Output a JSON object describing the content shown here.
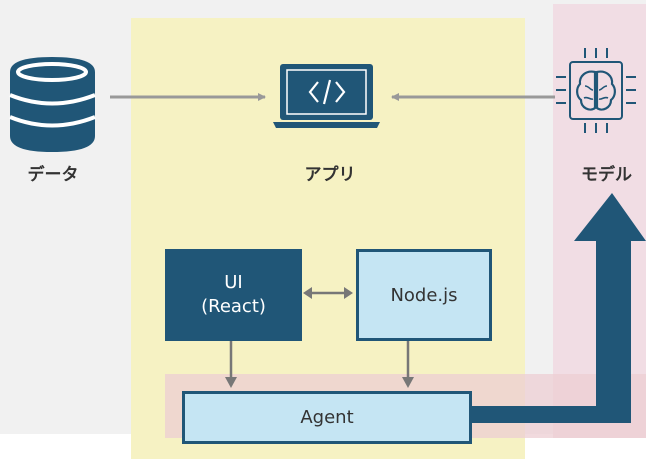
{
  "labels": {
    "data": "データ",
    "app": "アプリ",
    "model": "モデル"
  },
  "boxes": {
    "ui_line1": "UI",
    "ui_line2": "(React)",
    "node": "Node.js",
    "agent": "Agent"
  },
  "icons": {
    "data": "database-icon",
    "app": "laptop-code-icon",
    "model": "ai-brain-chip-icon"
  },
  "colors": {
    "navy": "#205677",
    "light_blue": "#c5e5f3",
    "arrow_gray": "#999999",
    "app_zone": "#f6f2c3",
    "model_zone": "#f1dde4",
    "background": "#f1f1f1"
  }
}
